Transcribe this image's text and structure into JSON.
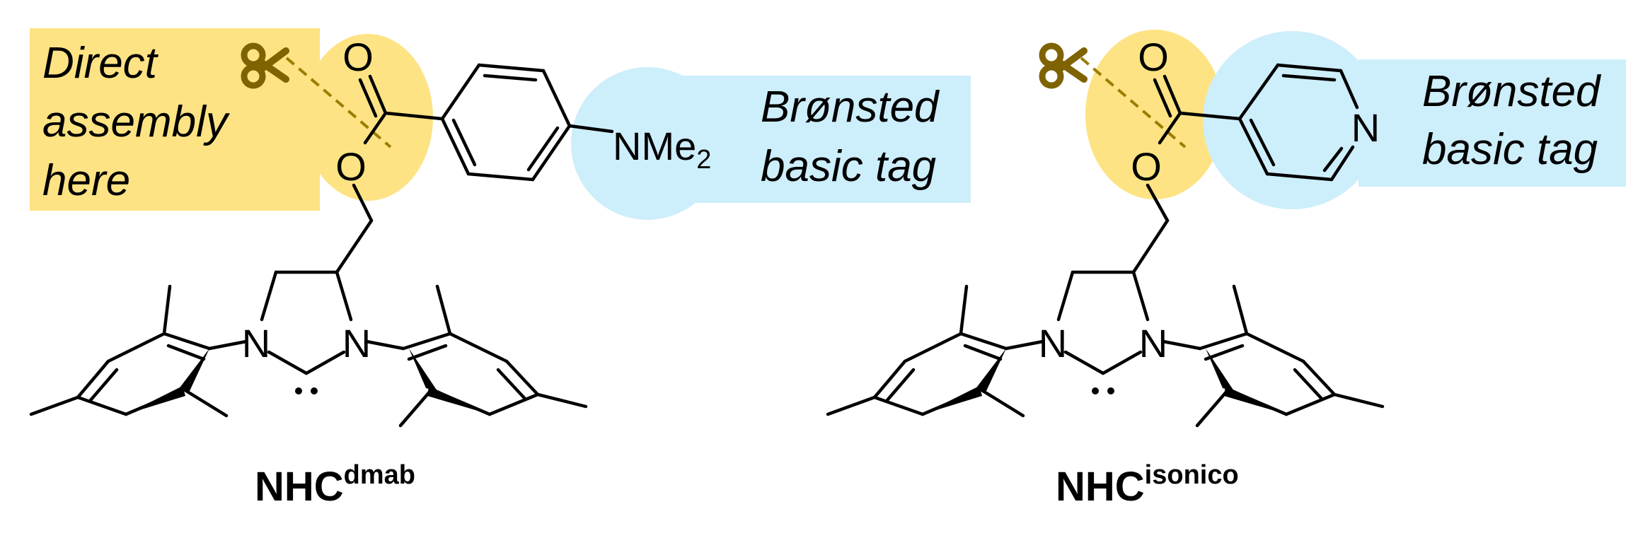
{
  "colors": {
    "yellow_highlight": "#fde383",
    "blue_highlight": "#cdeefb",
    "scissors": "#7f6300",
    "bond": "#000000"
  },
  "icons": {
    "scissors": "scissors-icon"
  },
  "left": {
    "callout_lines": [
      "Direct",
      "assembly",
      "here"
    ],
    "tag_lines": [
      "Brønsted",
      "basic tag"
    ],
    "atoms": {
      "carbonyl_o": "O",
      "ester_o": "O",
      "amine": "NMe",
      "amine_sub": "2",
      "n_left": "N",
      "n_right": "N"
    },
    "caption": "NHC",
    "caption_sup": "dmab"
  },
  "right": {
    "tag_lines": [
      "Brønsted",
      "basic tag"
    ],
    "atoms": {
      "carbonyl_o": "O",
      "ester_o": "O",
      "pyridine_n": "N",
      "n_left": "N",
      "n_right": "N"
    },
    "caption": "NHC",
    "caption_sup": "isonico"
  }
}
